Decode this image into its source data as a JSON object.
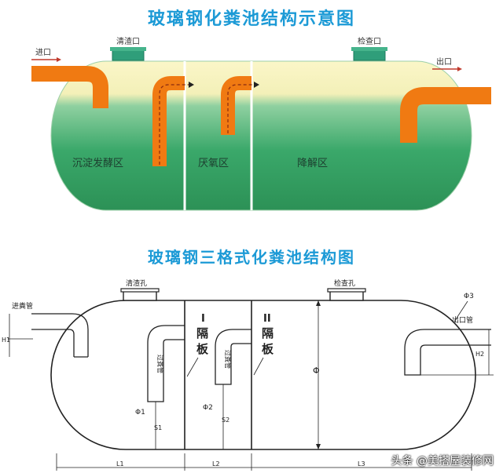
{
  "colors": {
    "title": "#1c9ad6",
    "tank_green": "#3aa86a",
    "tank_top": "#fbf6c8",
    "pipe": "#f07a12",
    "cover": "#2f9e7a",
    "line": "#222222"
  },
  "diagram1": {
    "title": "玻璃钢化粪池结构示意图",
    "cleanout_label": "清渣口",
    "inspection_label": "检查口",
    "inlet_label": "进口",
    "outlet_label": "出口",
    "zone1_label": "沉淀发酵区",
    "zone2_label": "厌氧区",
    "zone3_label": "降解区"
  },
  "diagram2": {
    "title": "玻璃钢三格式化粪池结构图",
    "cleanout_label": "清渣孔",
    "inspection_label": "检查孔",
    "inlet_label": "进粪管",
    "outlet_label": "出口管",
    "baffle1_num": "I",
    "baffle1_chars": [
      "隔",
      "板"
    ],
    "baffle2_num": "II",
    "baffle2_chars": [
      "隔",
      "板"
    ],
    "transfer_pipe1": "过粪管",
    "transfer_pipe2": "过粪管",
    "h1": "H1",
    "h2": "H2",
    "s1": "S1",
    "s2": "S2",
    "l1": "L1",
    "l2": "L2",
    "l3": "L3",
    "phi": "Φ",
    "phi1": "Φ1",
    "phi2": "Φ2",
    "phi3": "Φ3"
  },
  "watermark": "头条 @美搭屋装修网"
}
